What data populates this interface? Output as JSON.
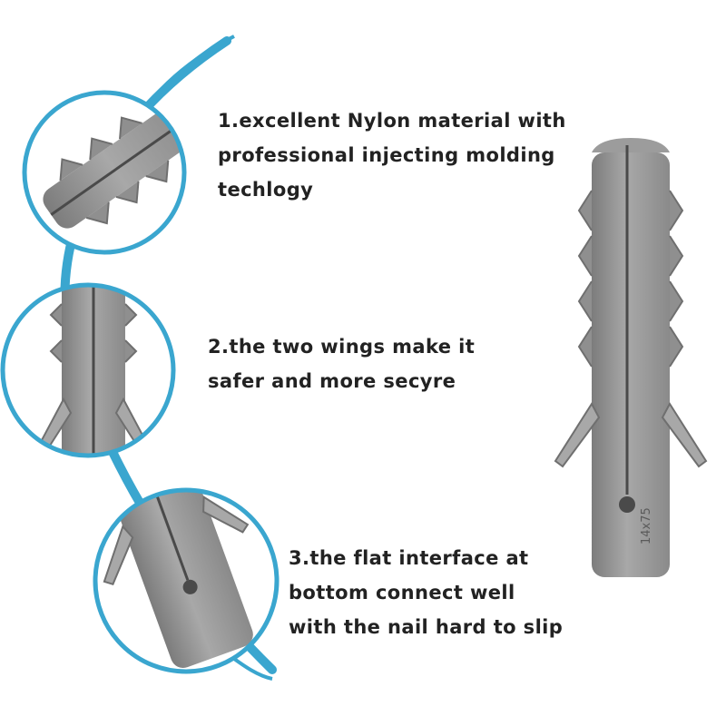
{
  "colors": {
    "accent": "#3aa6cf",
    "plug_body": "#9a9a9a",
    "plug_shadow": "#6f6f6f",
    "plug_highlight": "#bdbdbd",
    "background": "#ffffff",
    "text": "#222222"
  },
  "features": [
    {
      "lines": [
        "1.excellent Nylon material with",
        "professional injecting molding",
        "techlogy"
      ]
    },
    {
      "lines": [
        "2.the two wings make it",
        "safer and more secyre"
      ]
    },
    {
      "lines": [
        "3.the flat interface at",
        "bottom connect well",
        "with the nail hard to slip"
      ]
    }
  ],
  "plug_marking": "14x75"
}
